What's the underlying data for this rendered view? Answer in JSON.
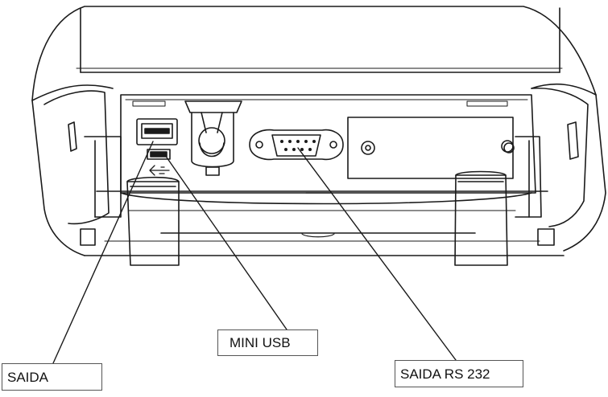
{
  "labels": {
    "saida": "SAIDA",
    "mini_usb": "MINI USB",
    "saida_rs232": "SAIDA RS 232"
  }
}
